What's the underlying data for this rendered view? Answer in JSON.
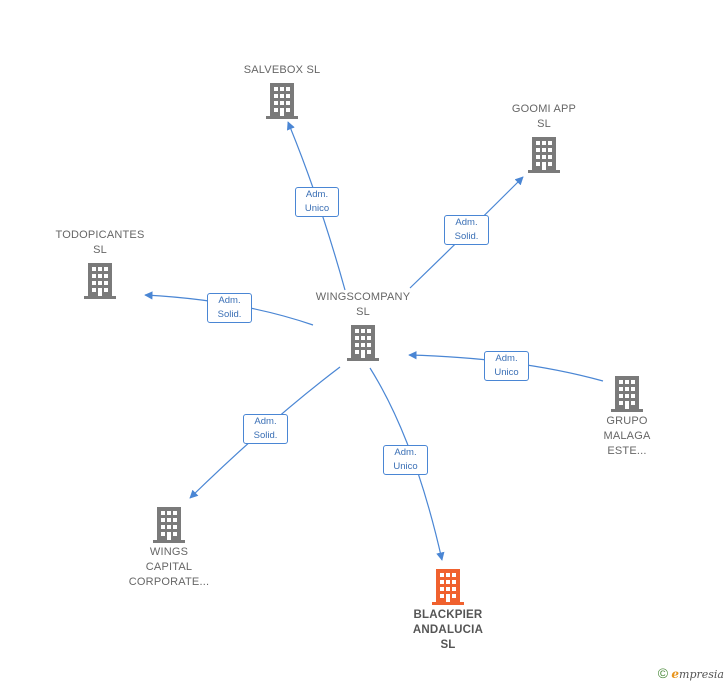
{
  "nodes": {
    "center": {
      "label": "WINGSCOMPANY\nSL"
    },
    "salvebox": {
      "label": "SALVEBOX  SL"
    },
    "goomi": {
      "label": "GOOMI APP\nSL"
    },
    "todopicantes": {
      "label": "TODOPICANTES\nSL"
    },
    "grupo": {
      "label": "GRUPO\nMALAGA\nESTE..."
    },
    "wings_capital": {
      "label": "WINGS\nCAPITAL\nCORPORATE..."
    },
    "blackpier": {
      "label": "BLACKPIER\nANDALUCIA\nSL"
    }
  },
  "edges": {
    "salvebox": {
      "label": "Adm.\nUnico"
    },
    "goomi": {
      "label": "Adm.\nSolid."
    },
    "todopicantes": {
      "label": "Adm.\nSolid."
    },
    "grupo": {
      "label": "Adm.\nUnico"
    },
    "wings_capital": {
      "label": "Adm.\nSolid."
    },
    "blackpier": {
      "label": "Adm.\nUnico"
    }
  },
  "colors": {
    "edge": "#4a86d4",
    "building": "#7a7a7a",
    "building_focus": "#f0612e"
  },
  "footer": {
    "copyright": "©",
    "brand_initial": "e",
    "brand_rest": "mpresia"
  }
}
